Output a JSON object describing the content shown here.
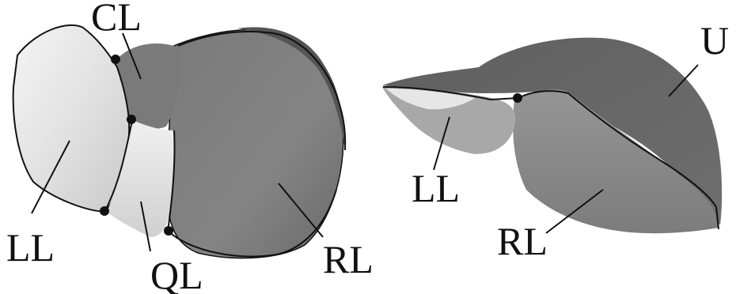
{
  "left_view": {
    "labels": {
      "cl": "CL",
      "ll": "LL",
      "ql": "QL",
      "rl": "RL"
    }
  },
  "right_view": {
    "labels": {
      "u": "U",
      "ll": "LL",
      "rl": "RL"
    }
  },
  "colors": {
    "dark_lobe": "#6f6f6f",
    "mid_lobe": "#8a8a8a",
    "light_lobe": "#e8e8e8",
    "outline": "#111111",
    "background": "#ffffff"
  }
}
